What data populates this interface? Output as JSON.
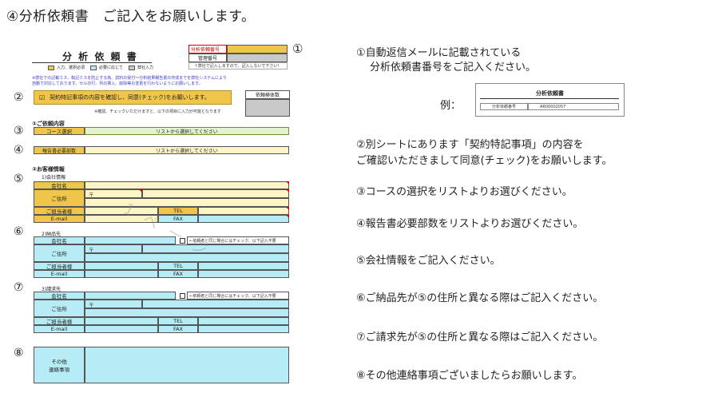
{
  "title": "④分析依頼書　ご記入をお願いします。",
  "form": {
    "heading": "分 析 依 頼 書",
    "request_no_label": "分析依頼番号",
    "manage_no_label": "管理番号",
    "manage_note": "↑弊社で記入しますので、記入しないで下さい！",
    "legend": [
      "入力、選択必須",
      "必要に応じて",
      "弊社入力"
    ],
    "notice_1": "※弊社での記載ミス、転記ミスを防止する為、試料の受付～分析結果報告書の作成までを弊社システムにより",
    "notice_2": "自動で対応しております。セルの行、列の挿入、削除等の変更を行わないようにお願いします。",
    "agree_mark": "☑",
    "agree_text": "契約特記事項の内容を確認し、同意(チェック)をお願いします。",
    "agree_note": "※確認、チェックいただけますと、以下の項目に入力が可能となります",
    "sample_count_label": "依頼検体数",
    "section_request": "①ご依頼内容",
    "course_label": "コース選択",
    "course_value": "リストから選択してください",
    "copies_label": "報告書必要部数",
    "copies_value": "リストから選択してください",
    "section_customer": "②お客様情報",
    "company_title": "1)会社情報",
    "delivery_title": "2)納品先",
    "billing_title": "3)請求先",
    "company_name": "会社名",
    "address": "ご住所",
    "postal": "〒",
    "contact": "ご担当者様",
    "tel": "TEL",
    "email": "E-mail",
    "fax": "FAX",
    "same_note": "←依頼者と同じ場合にはチェック、以下記入不要",
    "other_label_1": "その他",
    "other_label_2": "連絡事項",
    "watermark": "1 ペ ー ジ",
    "circle_marks": [
      "②",
      "③",
      "④",
      "⑤",
      "⑥",
      "⑦",
      "⑧"
    ]
  },
  "marker_1": "①",
  "instructions": {
    "i1_line1": "①自動返信メールに記載されている",
    "i1_line2": "分析依頼書番号をご記入ください。",
    "example_label": "例：",
    "example_box_title": "分析依頼書",
    "example_box_label": "分析依頼番号",
    "example_box_value": "AR00002057",
    "i2_line1": "②別シートにあります「契約特記事項」の内容を",
    "i2_line2": "ご確認いただきまして同意(チェック)をお願いします。",
    "i3": "③コースの選択をリストよりお選びください。",
    "i4": "④報告書必要部数をリストよりお選びください。",
    "i5": "⑤会社情報をご記入ください。",
    "i6": "⑥ご納品先が⑤の住所と異なる際はご記入ください。",
    "i7": "⑦ご請求先が⑤の住所と異なる際はご記入ください。",
    "i8": "⑧その他連絡事項ございましたらお願いします。"
  },
  "colors": {
    "required": "#f0c64a",
    "optional": "#b6ecf6",
    "internal": "#c9c9c9",
    "input": "#fdf5c6"
  }
}
